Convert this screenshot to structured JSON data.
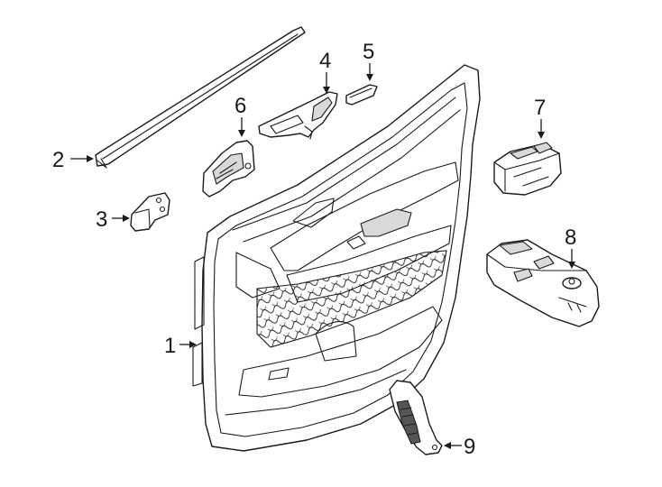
{
  "callouts": {
    "c1": "1",
    "c2": "2",
    "c3": "3",
    "c4": "4",
    "c5": "5",
    "c6": "6",
    "c7": "7",
    "c8": "8",
    "c9": "9"
  },
  "colors": {
    "line": "#1a1a1a",
    "background": "#ffffff",
    "fill": "#ffffff"
  }
}
